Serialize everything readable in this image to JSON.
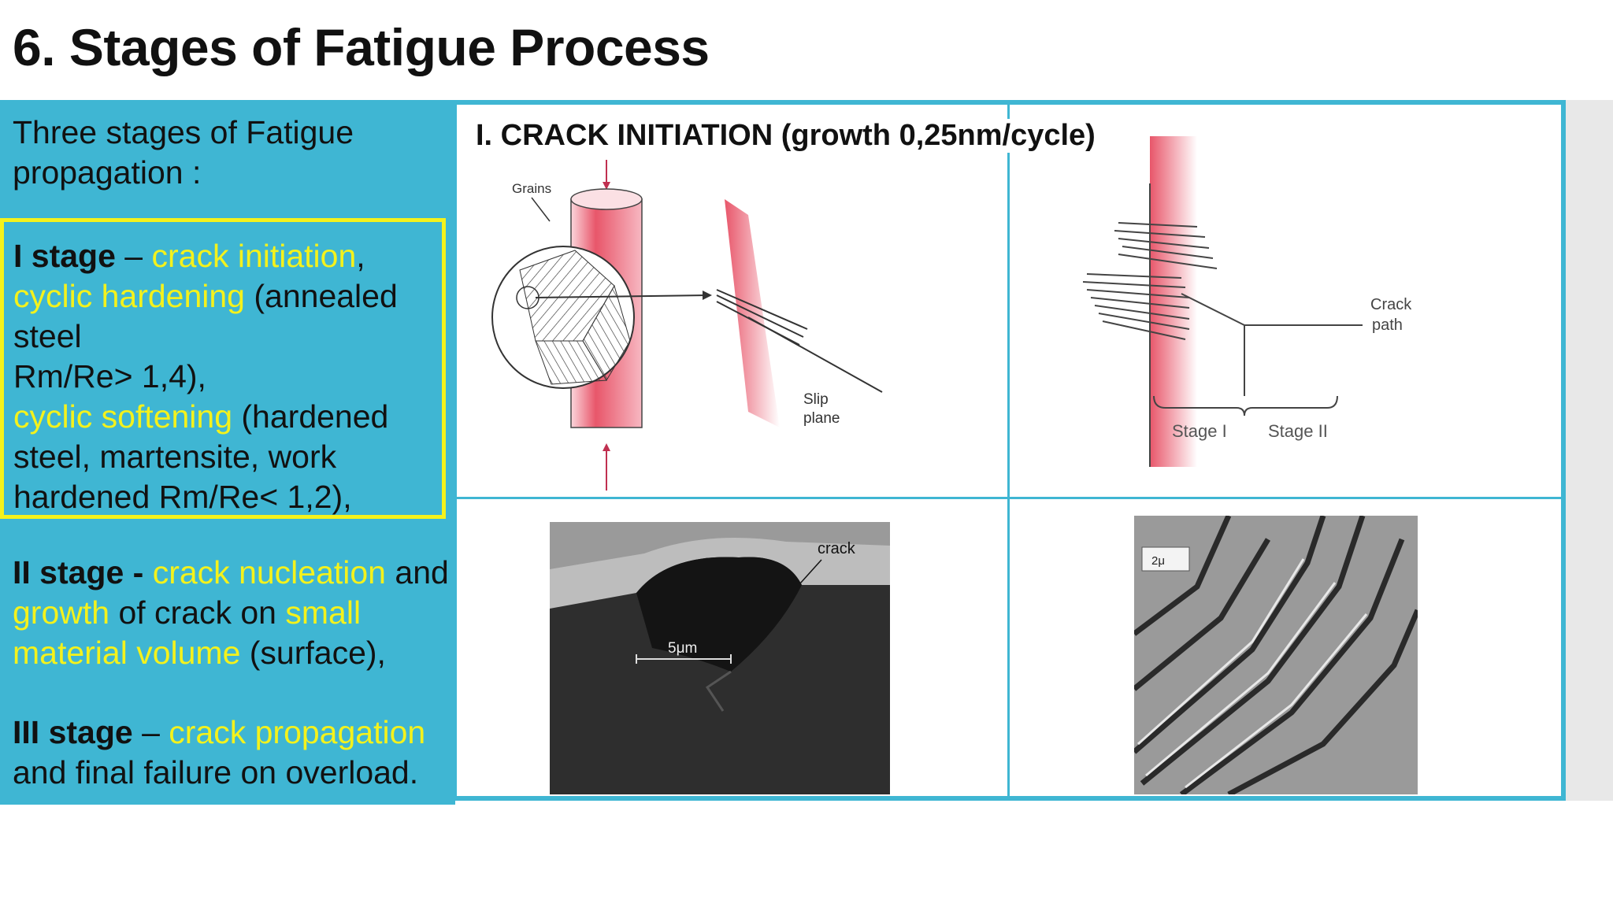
{
  "title": "6. Stages of Fatigue Process",
  "left_panel": {
    "intro": "Three stages of Fatigue propagation :",
    "stage1": {
      "label": "I stage",
      "sep": " – ",
      "hl1": "crack initiation",
      "comma1": ",",
      "hl2": "cyclic hardening",
      "t2": " (annealed steel",
      "t3": "Rm/Re> 1,4),",
      "hl3": "cyclic softening",
      "t4": " (hardened steel, martensite, work hardened Rm/Re< 1,2),"
    },
    "stage2": {
      "label": "II stage - ",
      "hl1": "crack nucleation",
      "t1": " and ",
      "hl2": "growth",
      "t2": " of crack on ",
      "hl3": "small material volume",
      "t3": " (surface),"
    },
    "stage3": {
      "label": "III stage",
      "sep": " – ",
      "hl1": "crack propagation",
      "t1": " and final failure on overload."
    }
  },
  "right_panel": {
    "heading": "I. CRACK INITIATION (growth 0,25nm/cycle)",
    "fig1": {
      "grains_label": "Grains",
      "slip_label_1": "Slip",
      "slip_label_2": "plane"
    },
    "fig2": {
      "crack_label_1": "Crack",
      "crack_label_2": "path",
      "stage1_label": "Stage I",
      "stage2_label": "Stage II"
    },
    "fig3": {
      "crack_label": "crack",
      "scale_label": "5μm"
    },
    "fig4": {
      "scale_label": "2μ"
    }
  },
  "colors": {
    "accent": "#3fb6d3",
    "highlight": "#f4f21c",
    "specimen": "#e8566a"
  }
}
